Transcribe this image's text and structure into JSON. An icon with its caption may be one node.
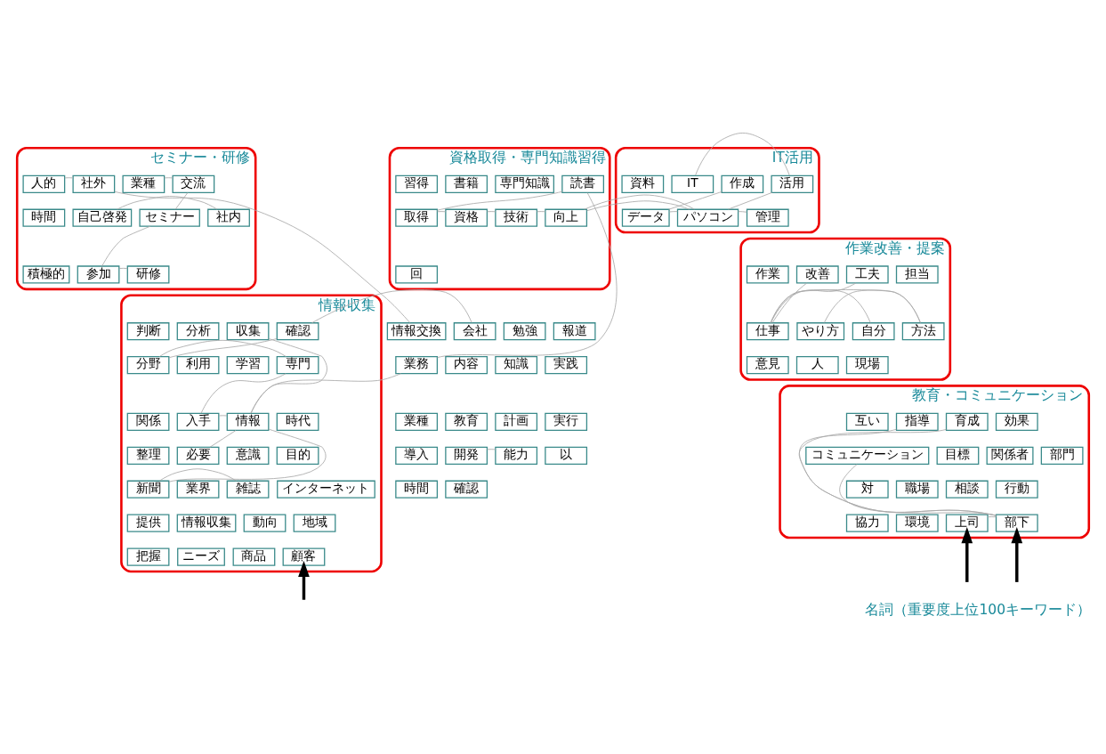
{
  "diagram": {
    "caption": "名詞（重要度上位100キーワード）",
    "nodes": [
      {
        "text": [
          "セミナー・研修"
        ]
      },
      {
        "text": [
          "人的"
        ],
        "in": 0
      },
      {
        "text": [
          "社外"
        ],
        "in": 0
      },
      {
        "text": [
          "業種"
        ],
        "in": 0
      },
      {
        "text": [
          "交流"
        ],
        "in": 0
      },
      {
        "text": [
          "時間"
        ],
        "in": 0
      },
      {
        "text": [
          "自己啓発"
        ],
        "in": 0
      },
      {
        "text": [
          "セミナー"
        ],
        "in": 0
      },
      {
        "text": [
          "社内"
        ],
        "in": 0
      },
      {
        "text": [
          "積極的"
        ],
        "in": 0
      },
      {
        "text": [
          "参加"
        ],
        "in": 0
      },
      {
        "text": [
          "研修"
        ],
        "in": 0
      },
      {
        "text": [
          "情報交換"
        ]
      },
      {
        "text": [
          "資格取得・専門知識習得"
        ]
      },
      {
        "text": [
          "習得"
        ],
        "in": 13
      },
      {
        "text": [
          "書籍"
        ],
        "in": 13
      },
      {
        "text": [
          "専門知識"
        ],
        "in": 13
      },
      {
        "text": [
          "読書"
        ],
        "in": 13
      },
      {
        "text": [
          "取得"
        ],
        "in": 13
      },
      {
        "text": [
          "資格"
        ],
        "in": 13
      },
      {
        "text": [
          "技術"
        ],
        "in": 13
      },
      {
        "text": [
          "向上"
        ],
        "in": 13
      },
      {
        "text": [
          "回"
        ],
        "in": 13
      },
      {
        "text": [
          "IT活用"
        ]
      },
      {
        "text": [
          "資料"
        ],
        "in": 23
      },
      {
        "text": [
          "IT"
        ],
        "in": 23
      },
      {
        "text": [
          "作成"
        ],
        "in": 23
      },
      {
        "text": [
          "活用"
        ],
        "in": 23
      },
      {
        "text": [
          "データ"
        ],
        "in": 23
      },
      {
        "text": [
          "パソコン"
        ],
        "in": 23
      },
      {
        "text": [
          "管理"
        ],
        "in": 23
      },
      {
        "text": [
          "情報収集"
        ]
      },
      {
        "text": [
          "判断"
        ],
        "in": 31
      },
      {
        "text": [
          "分析"
        ],
        "in": 31
      },
      {
        "text": [
          "収集"
        ],
        "in": 31
      },
      {
        "text": [
          "確認"
        ],
        "in": 31
      },
      {
        "text": [
          "分野"
        ],
        "in": 31
      },
      {
        "text": [
          "利用"
        ],
        "in": 31
      },
      {
        "text": [
          "学習"
        ],
        "in": 31
      },
      {
        "text": [
          "専門"
        ],
        "in": 31
      },
      {
        "text": [
          "関係"
        ],
        "in": 31
      },
      {
        "text": [
          "入手"
        ],
        "in": 31
      },
      {
        "text": [
          "情報"
        ],
        "in": 31
      },
      {
        "text": [
          "時代"
        ],
        "in": 31
      },
      {
        "text": [
          "整理"
        ],
        "in": 31
      },
      {
        "text": [
          "必要"
        ],
        "in": 31
      },
      {
        "text": [
          "意識"
        ],
        "in": 31
      },
      {
        "text": [
          "目的"
        ],
        "in": 31
      },
      {
        "text": [
          "新聞"
        ],
        "in": 31
      },
      {
        "text": [
          "業界"
        ],
        "in": 31
      },
      {
        "text": [
          "雑誌"
        ],
        "in": 31
      },
      {
        "text": [
          "インターネット"
        ],
        "in": 31
      },
      {
        "text": [
          "提供"
        ],
        "in": 31
      },
      {
        "text": [
          "情報収集"
        ],
        "in": 31
      },
      {
        "text": [
          "動向"
        ],
        "in": 31
      },
      {
        "text": [
          "地域"
        ],
        "in": 31
      },
      {
        "text": [
          "把握"
        ],
        "in": 31
      },
      {
        "text": [
          "ニーズ"
        ],
        "in": 31
      },
      {
        "text": [
          "顧客"
        ],
        "in": 31
      },
      {
        "text": [
          "商品"
        ],
        "in": 31
      },
      {
        "text": [
          "会社"
        ]
      },
      {
        "text": [
          "勉強"
        ]
      },
      {
        "text": [
          "報道"
        ]
      },
      {
        "text": [
          "業務"
        ]
      },
      {
        "text": [
          "内容"
        ]
      },
      {
        "text": [
          "知識"
        ]
      },
      {
        "text": [
          "実践"
        ]
      },
      {
        "text": [
          "業種"
        ]
      },
      {
        "text": [
          "教育"
        ]
      },
      {
        "text": [
          "計画"
        ]
      },
      {
        "text": [
          "実行"
        ]
      },
      {
        "text": [
          "導入"
        ]
      },
      {
        "text": [
          "開発"
        ]
      },
      {
        "text": [
          "能力"
        ]
      },
      {
        "text": [
          "以"
        ]
      },
      {
        "text": [
          "作業改善・提案"
        ]
      },
      {
        "text": [
          "作業"
        ],
        "in": 75
      },
      {
        "text": [
          "改善"
        ],
        "in": 75
      },
      {
        "text": [
          "工夫"
        ],
        "in": 75
      },
      {
        "text": [
          "担当"
        ],
        "in": 75
      },
      {
        "text": [
          "仕事"
        ],
        "in": 75
      },
      {
        "text": [
          "やり方"
        ],
        "in": 75
      },
      {
        "text": [
          "自分"
        ],
        "in": 75
      },
      {
        "text": [
          "方法"
        ],
        "in": 75
      },
      {
        "text": [
          "意見"
        ],
        "in": 75
      },
      {
        "text": [
          "人"
        ],
        "in": 75
      },
      {
        "text": [
          "現場"
        ],
        "in": 75
      },
      {
        "text": [
          "時間"
        ]
      },
      {
        "text": [
          "確認"
        ]
      },
      {
        "text": [
          "教育・コミュニケーション"
        ]
      },
      {
        "text": [
          "上司"
        ],
        "in": 89
      },
      {
        "text": [
          "互い"
        ],
        "in": 89
      },
      {
        "text": [
          "指導"
        ],
        "in": 89
      },
      {
        "text": [
          "育成"
        ],
        "in": 89
      },
      {
        "text": [
          "部下"
        ],
        "in": 89
      },
      {
        "text": [
          "効果"
        ],
        "in": 89
      },
      {
        "text": [
          "コミュニケーション"
        ],
        "in": 89
      },
      {
        "text": [
          "目標"
        ],
        "in": 89
      },
      {
        "text": [
          "関係者"
        ],
        "in": 89
      },
      {
        "text": [
          "部門"
        ],
        "in": 89
      },
      {
        "text": [
          "対"
        ],
        "in": 89
      },
      {
        "text": [
          "職場"
        ],
        "in": 89
      },
      {
        "text": [
          "相談"
        ],
        "in": 89
      },
      {
        "text": [
          "行動"
        ],
        "in": 89
      },
      {
        "text": [
          "協力"
        ],
        "in": 89
      },
      {
        "text": [
          "環境"
        ],
        "in": 89
      }
    ],
    "edges": [
      {
        "from": 3,
        "to": 4,
        "arrow": "none"
      },
      {
        "from": 4,
        "to": 7,
        "arrow": "none"
      },
      {
        "from": 1,
        "to": 2,
        "arrow": "none"
      },
      {
        "from": 12,
        "to": 2,
        "arrow": "none"
      },
      {
        "from": 6,
        "to": 8,
        "arrow": "none"
      },
      {
        "from": 7,
        "to": 10,
        "arrow": "none"
      },
      {
        "from": 10,
        "to": 11,
        "arrow": "none"
      },
      {
        "from": 17,
        "to": 18,
        "arrow": "none"
      },
      {
        "from": 18,
        "to": 19,
        "arrow": "none"
      },
      {
        "from": 19,
        "to": 20,
        "arrow": "none"
      },
      {
        "from": 20,
        "to": 21,
        "arrow": "none"
      },
      {
        "from": 17,
        "to": 63,
        "arrow": "none"
      },
      {
        "from": 63,
        "to": 42,
        "arrow": "none"
      },
      {
        "from": 21,
        "to": 29,
        "arrow": "none"
      },
      {
        "from": 25,
        "to": 27,
        "arrow": "none"
      },
      {
        "from": 27,
        "to": 29,
        "arrow": "none"
      },
      {
        "from": 29,
        "to": 28,
        "arrow": "none"
      },
      {
        "from": 29,
        "to": 30,
        "arrow": "none"
      },
      {
        "from": 28,
        "to": 26,
        "arrow": "none"
      },
      {
        "from": 42,
        "to": 34,
        "arrow": "none"
      },
      {
        "from": 42,
        "to": 48,
        "arrow": "none"
      },
      {
        "from": 42,
        "to": 41,
        "arrow": "none"
      },
      {
        "from": 41,
        "to": 39,
        "arrow": "none"
      },
      {
        "from": 39,
        "to": 36,
        "arrow": "none"
      },
      {
        "from": 36,
        "to": 35,
        "arrow": "none"
      },
      {
        "from": 35,
        "to": 60,
        "arrow": "none"
      },
      {
        "from": 42,
        "to": 45,
        "arrow": "none"
      },
      {
        "from": 48,
        "to": 50,
        "arrow": "none"
      },
      {
        "from": 73,
        "to": 72,
        "arrow": "none"
      },
      {
        "from": 77,
        "to": 80,
        "arrow": "none"
      },
      {
        "from": 80,
        "to": 78,
        "arrow": "none"
      },
      {
        "from": 80,
        "to": 83,
        "arrow": "none"
      },
      {
        "from": 83,
        "to": 81,
        "arrow": "none"
      },
      {
        "from": 80,
        "to": 82,
        "arrow": "none"
      },
      {
        "from": 90,
        "to": 94,
        "arrow": "none"
      },
      {
        "from": 92,
        "to": 94,
        "arrow": "none"
      },
      {
        "from": 93,
        "to": 94,
        "arrow": "none"
      },
      {
        "from": 94,
        "to": 96,
        "arrow": "none"
      },
      {
        "from": null,
        "to": 58,
        "arrow": "to",
        "style": "thick",
        "color": "#000000"
      },
      {
        "from": null,
        "to": 94,
        "arrow": "to",
        "style": "thick",
        "color": "#000000"
      },
      {
        "from": null,
        "to": 90,
        "arrow": "to",
        "style": "thick",
        "color": "#000000"
      }
    ]
  }
}
